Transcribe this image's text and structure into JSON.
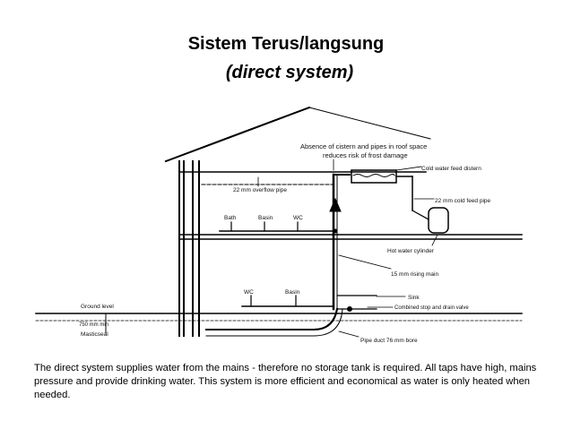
{
  "title": {
    "main": "Sistem Terus/langsung",
    "sub": "(direct system)"
  },
  "diagram": {
    "labels": {
      "roof_note_line1": "Absence of cistern and pipes in roof space",
      "roof_note_line2": "reduces risk of frost damage",
      "cistern": "Cold water feed distern",
      "overflow": "22 mm overflow pipe",
      "cold_feed": "22 mm cold feed pipe",
      "bath": "Bath",
      "basin_upper": "Basin",
      "wc_upper": "WC",
      "hot_cylinder": "Hot water cylinder",
      "rising_main": "15 mm rising main",
      "wc_lower": "WC",
      "basin_lower": "Basin",
      "sink": "Sink",
      "stop_valve": "Combined stop and drain valve",
      "ground_level": "Ground level",
      "depth": "750 mm min",
      "mastic": "Masticseal",
      "duct": "Pipe duct 76 mm bore"
    }
  },
  "caption": "The direct system supplies water from the mains - therefore no storage tank is required. All taps have high, mains pressure and provide drinking water. This system is more efficient and economical as water is only heated when needed."
}
